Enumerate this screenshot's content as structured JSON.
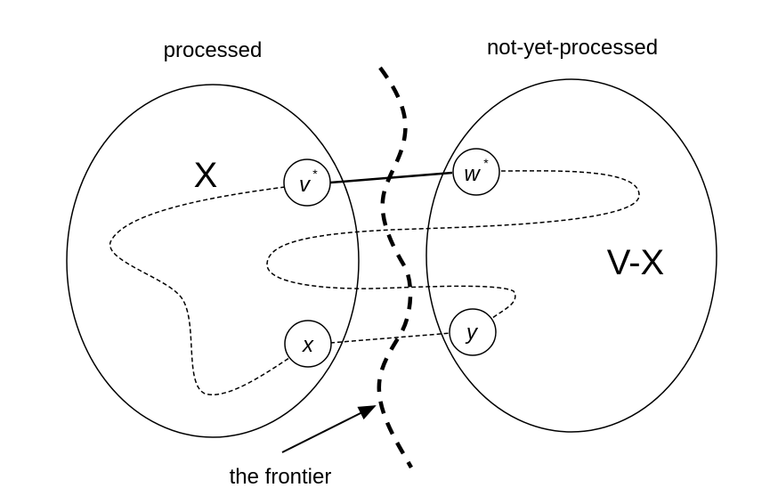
{
  "diagram": {
    "sets": [
      {
        "id": "X",
        "caption": "processed",
        "label": "X"
      },
      {
        "id": "VX",
        "caption": "not-yet-processed",
        "label": "V-X"
      }
    ],
    "nodes": [
      {
        "id": "v",
        "label": "v",
        "sup": "*",
        "set": "X"
      },
      {
        "id": "w",
        "label": "w",
        "sup": "*",
        "set": "V-X"
      },
      {
        "id": "x",
        "label": "x",
        "sup": "",
        "set": "X"
      },
      {
        "id": "y",
        "label": "y",
        "sup": "",
        "set": "V-X"
      }
    ],
    "edges": [
      {
        "from": "v",
        "to": "w",
        "style": "solid"
      },
      {
        "from": "x",
        "to": "y",
        "style": "dashed"
      }
    ],
    "paths": [
      {
        "from": "v",
        "to": "x",
        "style": "dashed",
        "description": "winding path through X"
      },
      {
        "from": "w",
        "to": "y",
        "style": "dashed",
        "description": "winding path through V-X crossing frontier"
      }
    ],
    "frontier": {
      "label": "the frontier"
    }
  }
}
